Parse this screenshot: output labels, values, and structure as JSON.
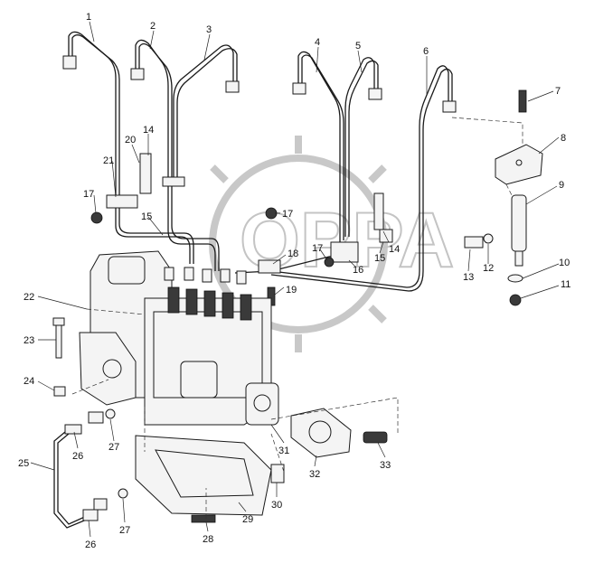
{
  "diagram": {
    "watermark_text": "OPPA",
    "callouts": [
      {
        "id": "c1",
        "label": "1"
      },
      {
        "id": "c2",
        "label": "2"
      },
      {
        "id": "c3",
        "label": "3"
      },
      {
        "id": "c4",
        "label": "4"
      },
      {
        "id": "c5",
        "label": "5"
      },
      {
        "id": "c6",
        "label": "6"
      },
      {
        "id": "c7",
        "label": "7"
      },
      {
        "id": "c8",
        "label": "8"
      },
      {
        "id": "c9",
        "label": "9"
      },
      {
        "id": "c10",
        "label": "10"
      },
      {
        "id": "c11",
        "label": "11"
      },
      {
        "id": "c12",
        "label": "12"
      },
      {
        "id": "c13",
        "label": "13"
      },
      {
        "id": "c14a",
        "label": "14"
      },
      {
        "id": "c14b",
        "label": "14"
      },
      {
        "id": "c15a",
        "label": "15"
      },
      {
        "id": "c15b",
        "label": "15"
      },
      {
        "id": "c16",
        "label": "16"
      },
      {
        "id": "c17a",
        "label": "17"
      },
      {
        "id": "c17b",
        "label": "17"
      },
      {
        "id": "c17c",
        "label": "17"
      },
      {
        "id": "c18",
        "label": "18"
      },
      {
        "id": "c19",
        "label": "19"
      },
      {
        "id": "c20",
        "label": "20"
      },
      {
        "id": "c21",
        "label": "21"
      },
      {
        "id": "c22",
        "label": "22"
      },
      {
        "id": "c23",
        "label": "23"
      },
      {
        "id": "c24",
        "label": "24"
      },
      {
        "id": "c25",
        "label": "25"
      },
      {
        "id": "c26a",
        "label": "26"
      },
      {
        "id": "c26b",
        "label": "26"
      },
      {
        "id": "c27a",
        "label": "27"
      },
      {
        "id": "c27b",
        "label": "27"
      },
      {
        "id": "c28",
        "label": "28"
      },
      {
        "id": "c29",
        "label": "29"
      },
      {
        "id": "c30",
        "label": "30"
      },
      {
        "id": "c31",
        "label": "31"
      },
      {
        "id": "c32",
        "label": "32"
      },
      {
        "id": "c33",
        "label": "33"
      }
    ]
  }
}
